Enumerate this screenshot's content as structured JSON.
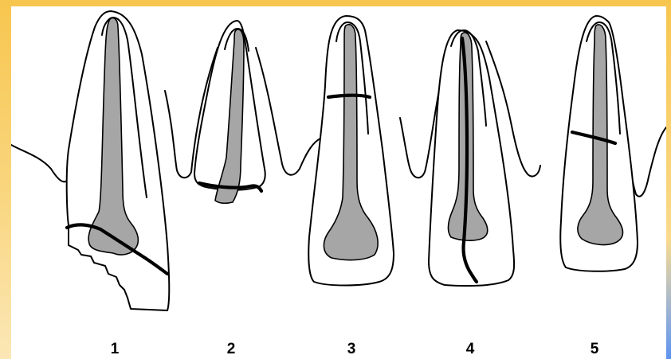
{
  "colors": {
    "frame_gold": "#f7c64e",
    "accent_blue": "#5e93ef",
    "pulp_gray": "#a6a6a6",
    "line": "#000000",
    "tooth_fill": "#ffffff"
  },
  "teeth": [
    {
      "label": "1"
    },
    {
      "label": "2"
    },
    {
      "label": "3"
    },
    {
      "label": "4"
    },
    {
      "label": "5"
    }
  ]
}
